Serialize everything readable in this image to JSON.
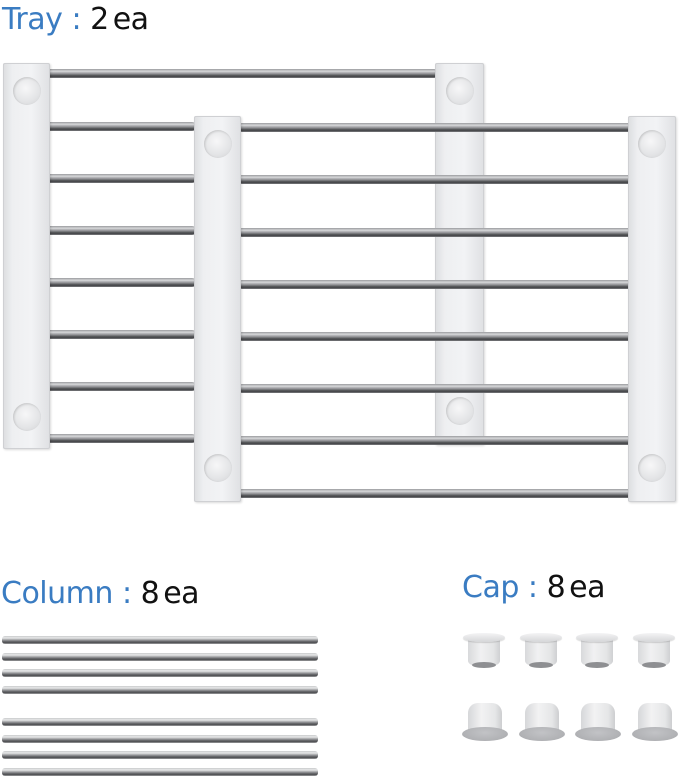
{
  "sections": {
    "tray": {
      "name": "Tray",
      "separator": ":",
      "quantity": "2",
      "unit": "ea"
    },
    "column": {
      "name": "Column",
      "separator": ":",
      "quantity": "8",
      "unit": "ea"
    },
    "cap": {
      "name": "Cap",
      "separator": ":",
      "quantity": "8",
      "unit": "ea"
    }
  },
  "colors": {
    "label_accent": "#3a7cc2",
    "label_text": "#111111",
    "plastic": "#eeeff1",
    "steel": "#8b8c8f",
    "background": "#ffffff"
  },
  "components": {
    "trays": [
      {
        "id": "back-tray",
        "bars": 8,
        "rail_holes": 4
      },
      {
        "id": "front-tray",
        "bars": 8,
        "rail_holes": 4
      }
    ],
    "columns_count": 8,
    "caps": {
      "top_row": 4,
      "bottom_row": 4
    }
  }
}
